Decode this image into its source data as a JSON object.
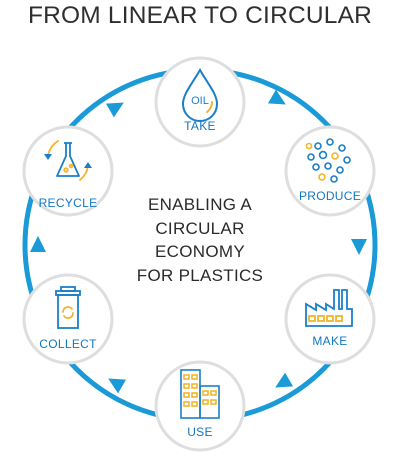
{
  "title": "FROM LINEAR TO CIRCULAR",
  "center_lines": [
    "ENABLING A",
    "CIRCULAR",
    "ECONOMY",
    "FOR PLASTICS"
  ],
  "steps": [
    {
      "label": "TAKE",
      "icon_text": "OIL",
      "icon": "oil-drop-icon"
    },
    {
      "label": "PRODUCE",
      "icon": "molecules-icon"
    },
    {
      "label": "MAKE",
      "icon": "factory-icon"
    },
    {
      "label": "USE",
      "icon": "buildings-icon"
    },
    {
      "label": "COLLECT",
      "icon": "recycling-bin-icon"
    },
    {
      "label": "RECYCLE",
      "icon": "flask-recycle-icon"
    }
  ],
  "colors": {
    "ring": "#1a9ad6",
    "label": "#1377bf",
    "icon_blue": "#1a7fc9",
    "icon_yellow": "#f2b52b",
    "node_border": "#dedede"
  }
}
